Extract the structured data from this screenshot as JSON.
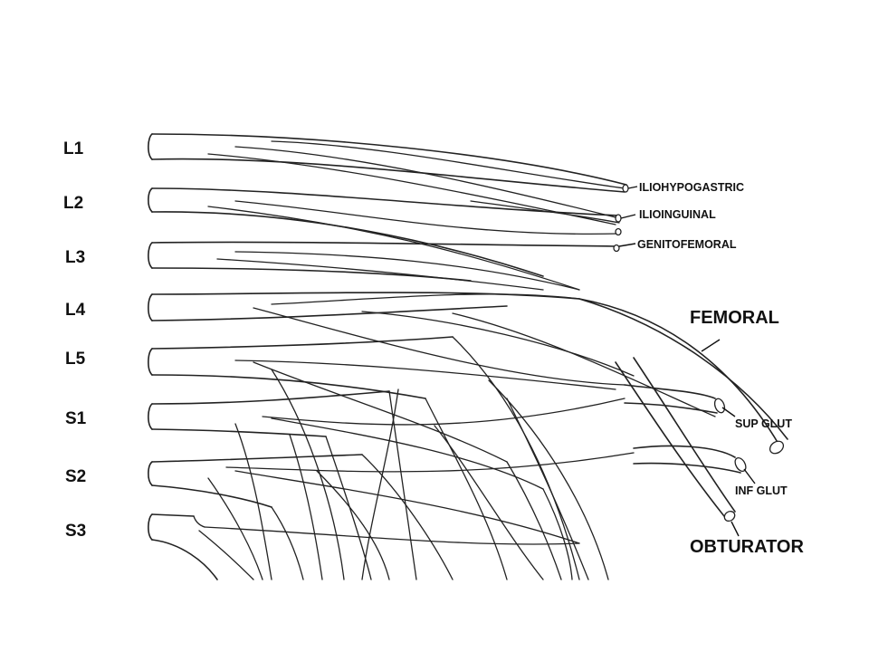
{
  "roots": [
    {
      "id": "l1",
      "label": "L1"
    },
    {
      "id": "l2",
      "label": "L2"
    },
    {
      "id": "l3",
      "label": "L3"
    },
    {
      "id": "l4",
      "label": "L4"
    },
    {
      "id": "l5",
      "label": "L5"
    },
    {
      "id": "s1",
      "label": "S1"
    },
    {
      "id": "s2",
      "label": "S2"
    },
    {
      "id": "s3",
      "label": "S3"
    }
  ],
  "nerves": {
    "iliohypogastric": "ILIOHYPOGASTRIC",
    "ilioinguinal": "ILIOINGUINAL",
    "genitofemoral": "GENITOFEMORAL",
    "femoral": "FEMORAL",
    "sup_glut": "SUP GLUT",
    "inf_glut": "INF GLUT",
    "obturator": "OBTURATOR"
  }
}
